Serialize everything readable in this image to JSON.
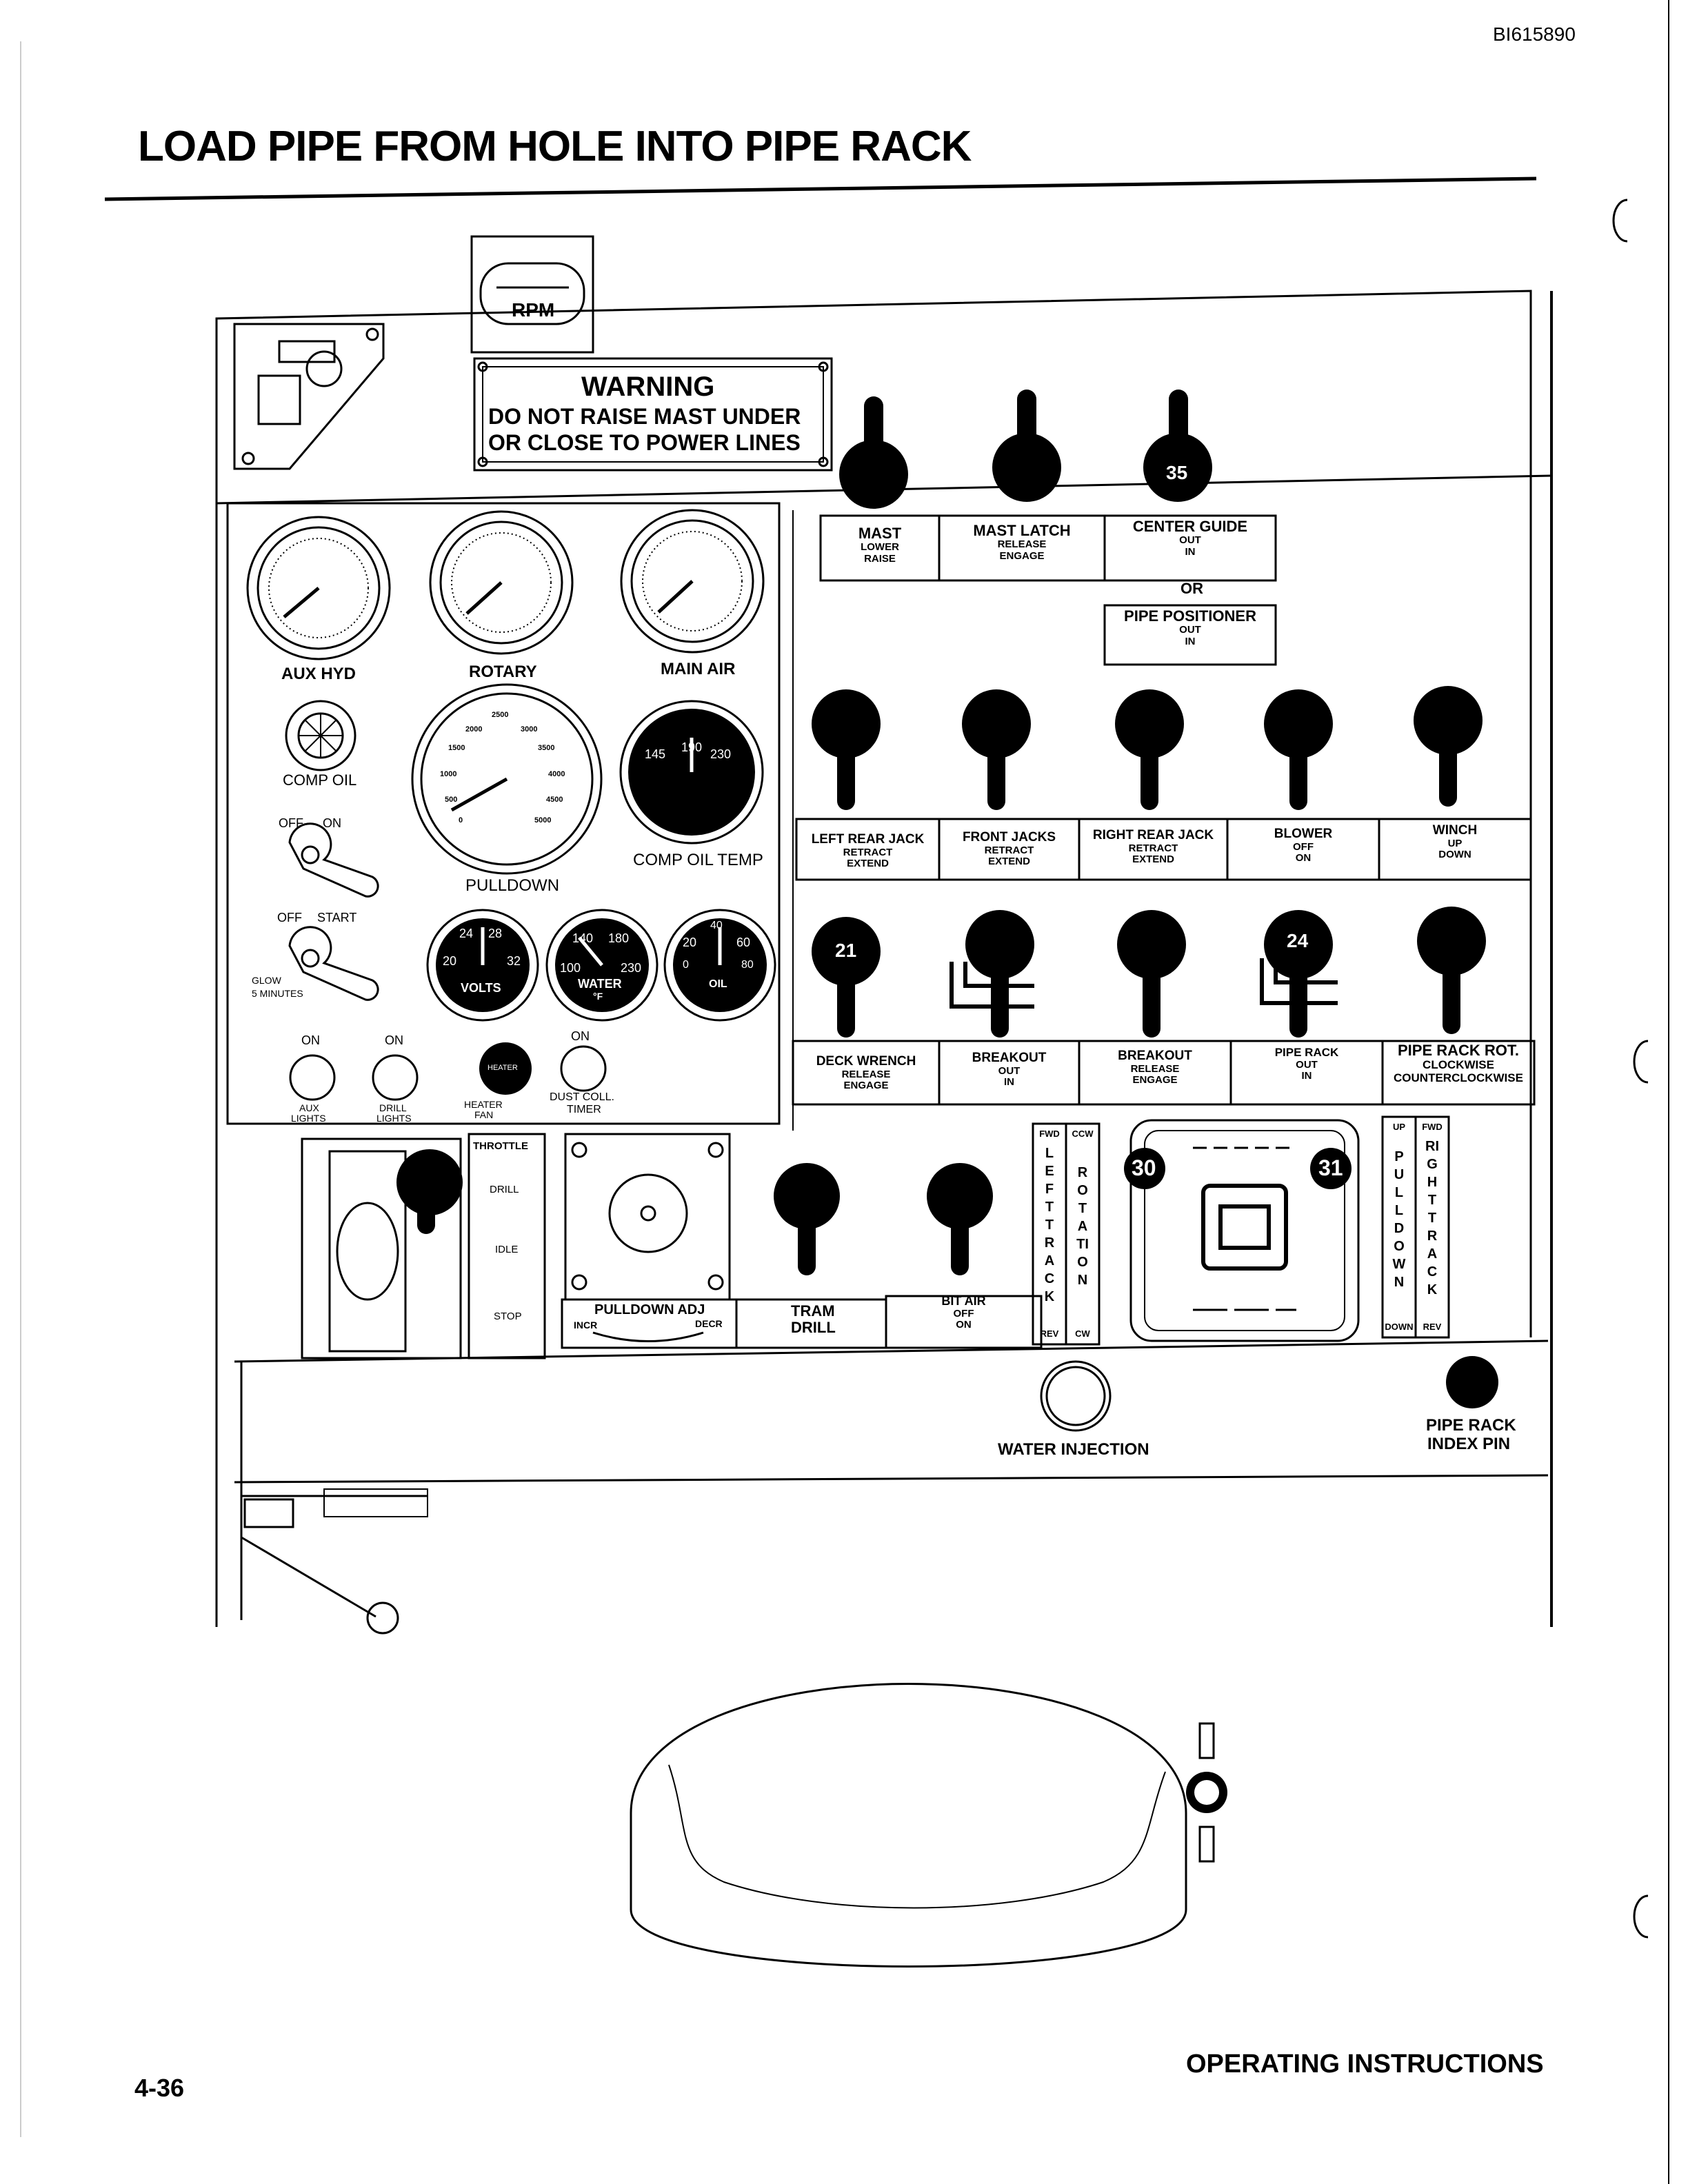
{
  "doc_id": "BI615890",
  "title": "LOAD PIPE FROM HOLE INTO PIPE RACK",
  "rpm": "RPM",
  "warning": {
    "heading": "WARNING",
    "line1": "DO NOT RAISE MAST UNDER",
    "line2": "OR CLOSE TO POWER LINES"
  },
  "gauges": {
    "aux_hyd": "AUX HYD",
    "rotary": "ROTARY",
    "main_air": "MAIN AIR",
    "comp_oil": "COMP OIL",
    "pulldown": "PULLDOWN",
    "comp_oil_temp": "COMP OIL TEMP",
    "volts": "VOLTS",
    "water": "WATER",
    "water_unit": "°F",
    "oil": "OIL",
    "pulldown_ticks": [
      "0",
      "500",
      "1000",
      "1500",
      "2000",
      "2500",
      "3000",
      "3500",
      "4000",
      "4500",
      "5000"
    ],
    "temp_ticks": [
      "145",
      "190",
      "230"
    ],
    "volt_ticks": [
      "24",
      "28",
      "20",
      "32"
    ],
    "water_ticks": [
      "140",
      "180",
      "100",
      "230"
    ],
    "oil_ticks": [
      "40",
      "20",
      "60",
      "0",
      "80"
    ]
  },
  "switches": {
    "comp_off": "OFF",
    "comp_on": "ON",
    "start_off": "OFF",
    "start_start": "START",
    "glow": "GLOW",
    "glow_time": "5 MINUTES",
    "aux_on": "ON",
    "aux_label": "AUX",
    "aux_label2": "LIGHTS",
    "drill_on": "ON",
    "drill_label": "DRILL",
    "drill_label2": "LIGHTS",
    "heater_knob": "HEATER",
    "heater_label": "HEATER",
    "heater_label2": "FAN",
    "dust_on": "ON",
    "dust_label": "DUST COLL.",
    "dust_label2": "TIMER"
  },
  "row1_levers": [
    {
      "main": "MAST",
      "sub1": "LOWER",
      "sub2": "RAISE"
    },
    {
      "main": "MAST LATCH",
      "sub1": "RELEASE",
      "sub2": "ENGAGE"
    },
    {
      "main": "CENTER GUIDE",
      "sub1": "OUT",
      "sub2": "IN",
      "badge": "35"
    }
  ],
  "or_text": "OR",
  "pipe_positioner": {
    "main": "PIPE POSITIONER",
    "sub1": "OUT",
    "sub2": "IN"
  },
  "row2_levers": [
    {
      "main": "LEFT REAR JACK",
      "sub1": "RETRACT",
      "sub2": "EXTEND"
    },
    {
      "main": "FRONT JACKS",
      "sub1": "RETRACT",
      "sub2": "EXTEND"
    },
    {
      "main": "RIGHT REAR JACK",
      "sub1": "RETRACT",
      "sub2": "EXTEND"
    },
    {
      "main": "BLOWER",
      "sub1": "OFF",
      "sub2": "ON"
    },
    {
      "main": "WINCH",
      "sub1": "UP",
      "sub2": "DOWN"
    }
  ],
  "row3_levers": [
    {
      "main": "DECK WRENCH",
      "sub1": "RELEASE",
      "sub2": "ENGAGE",
      "badge": "21"
    },
    {
      "main": "BREAKOUT",
      "sub1": "OUT",
      "sub2": "IN"
    },
    {
      "main": "BREAKOUT",
      "sub1": "RELEASE",
      "sub2": "ENGAGE"
    },
    {
      "main": "PIPE RACK",
      "sub1": "OUT",
      "sub2": "IN",
      "badge": "24"
    },
    {
      "main": "PIPE RACK ROT.",
      "sub1": "CLOCKWISE",
      "sub2": "COUNTERCLOCKWISE"
    }
  ],
  "throttle": [
    "THROTTLE",
    "DRILL",
    "IDLE",
    "STOP"
  ],
  "pulldown_adj": {
    "main": "PULLDOWN ADJ",
    "incr": "INCR",
    "decr": "DECR"
  },
  "tram": {
    "main": "TRAM",
    "sub": "DRILL"
  },
  "bit_air": {
    "main": "BIT AIR",
    "sub1": "OFF",
    "sub2": "ON"
  },
  "left_track": {
    "top": "FWD",
    "letters": "LEFT TRACK",
    "bottom": "REV"
  },
  "rotation": {
    "top": "CCW",
    "letters": "ROTATION",
    "bottom": "CW"
  },
  "pulldown_col": {
    "top": "UP",
    "letters": "PULLDOWN",
    "bottom": "DOWN"
  },
  "right_track": {
    "top": "FWD",
    "letters": "RIGHT TRACK",
    "bottom": "REV"
  },
  "badges": {
    "b30": "30",
    "b31": "31"
  },
  "water_injection": "WATER INJECTION",
  "pipe_rack_index": {
    "line1": "PIPE RACK",
    "line2": "INDEX PIN"
  },
  "footer": {
    "page": "4-36",
    "section": "OPERATING INSTRUCTIONS"
  }
}
